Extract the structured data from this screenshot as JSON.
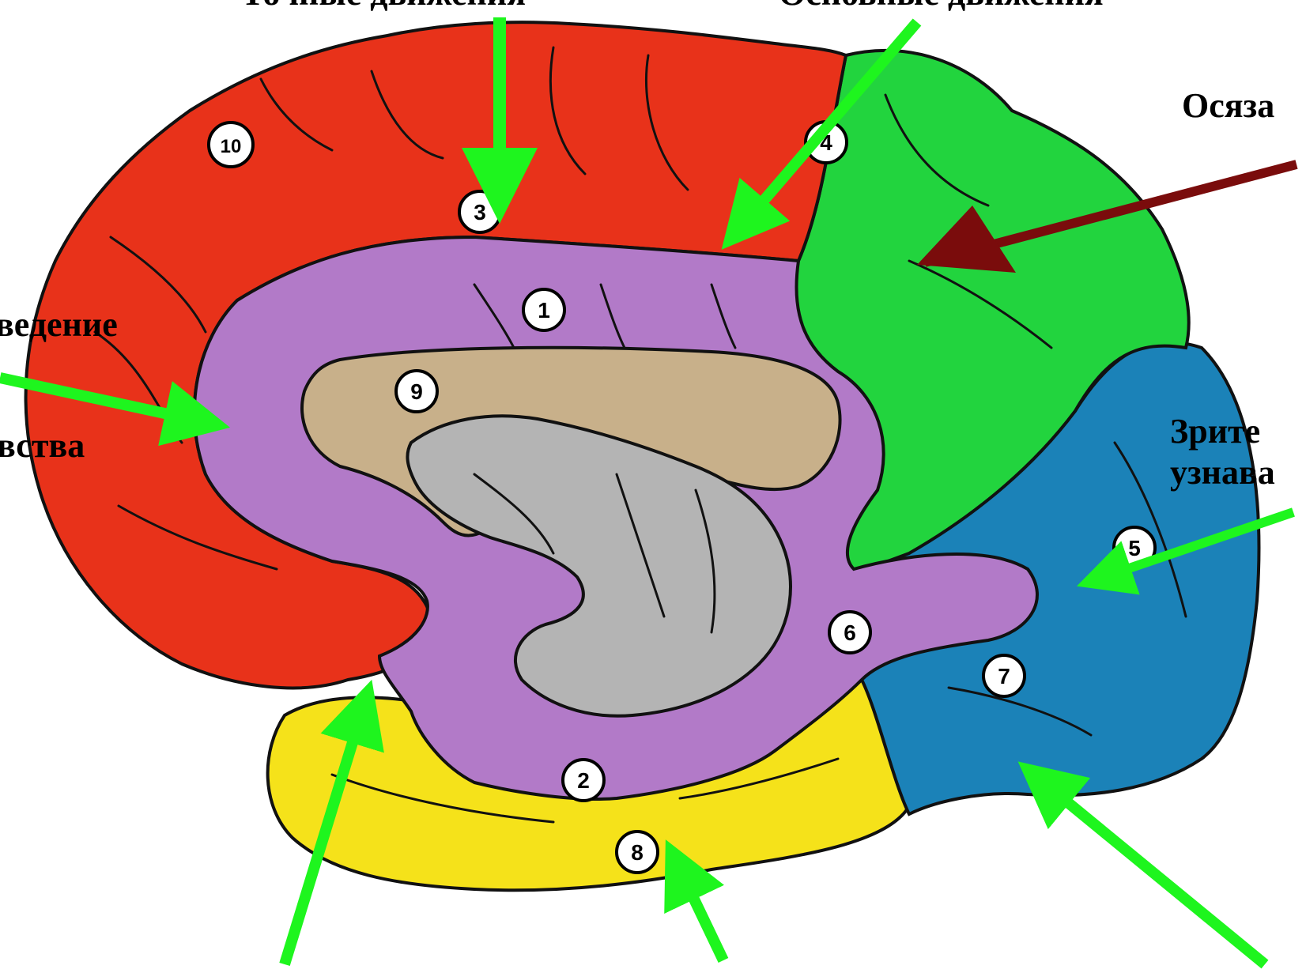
{
  "colors": {
    "frontal": "#e8321a",
    "parietal": "#22d43e",
    "occipital": "#1b82b8",
    "limbic": "#b27ac8",
    "temporal": "#f5e21a",
    "callosum": "#c8b08a",
    "core": "#b4b4b4",
    "arrow_green": "#1ef51e",
    "arrow_dark": "#7a0c0c"
  },
  "labels": {
    "top_left": "Точные движения",
    "top_middle": "Основные движения",
    "right_top": "Осяза",
    "left_upper": "ведение",
    "left_lower": "вства",
    "right_middle_1": "Зрите",
    "right_middle_2": "узнава"
  },
  "markers": [
    "1",
    "2",
    "3",
    "4",
    "5",
    "6",
    "7",
    "8",
    "9",
    "10"
  ],
  "arrow_icon_names": [
    "green-arrow-icon",
    "dark-red-arrow-icon"
  ]
}
